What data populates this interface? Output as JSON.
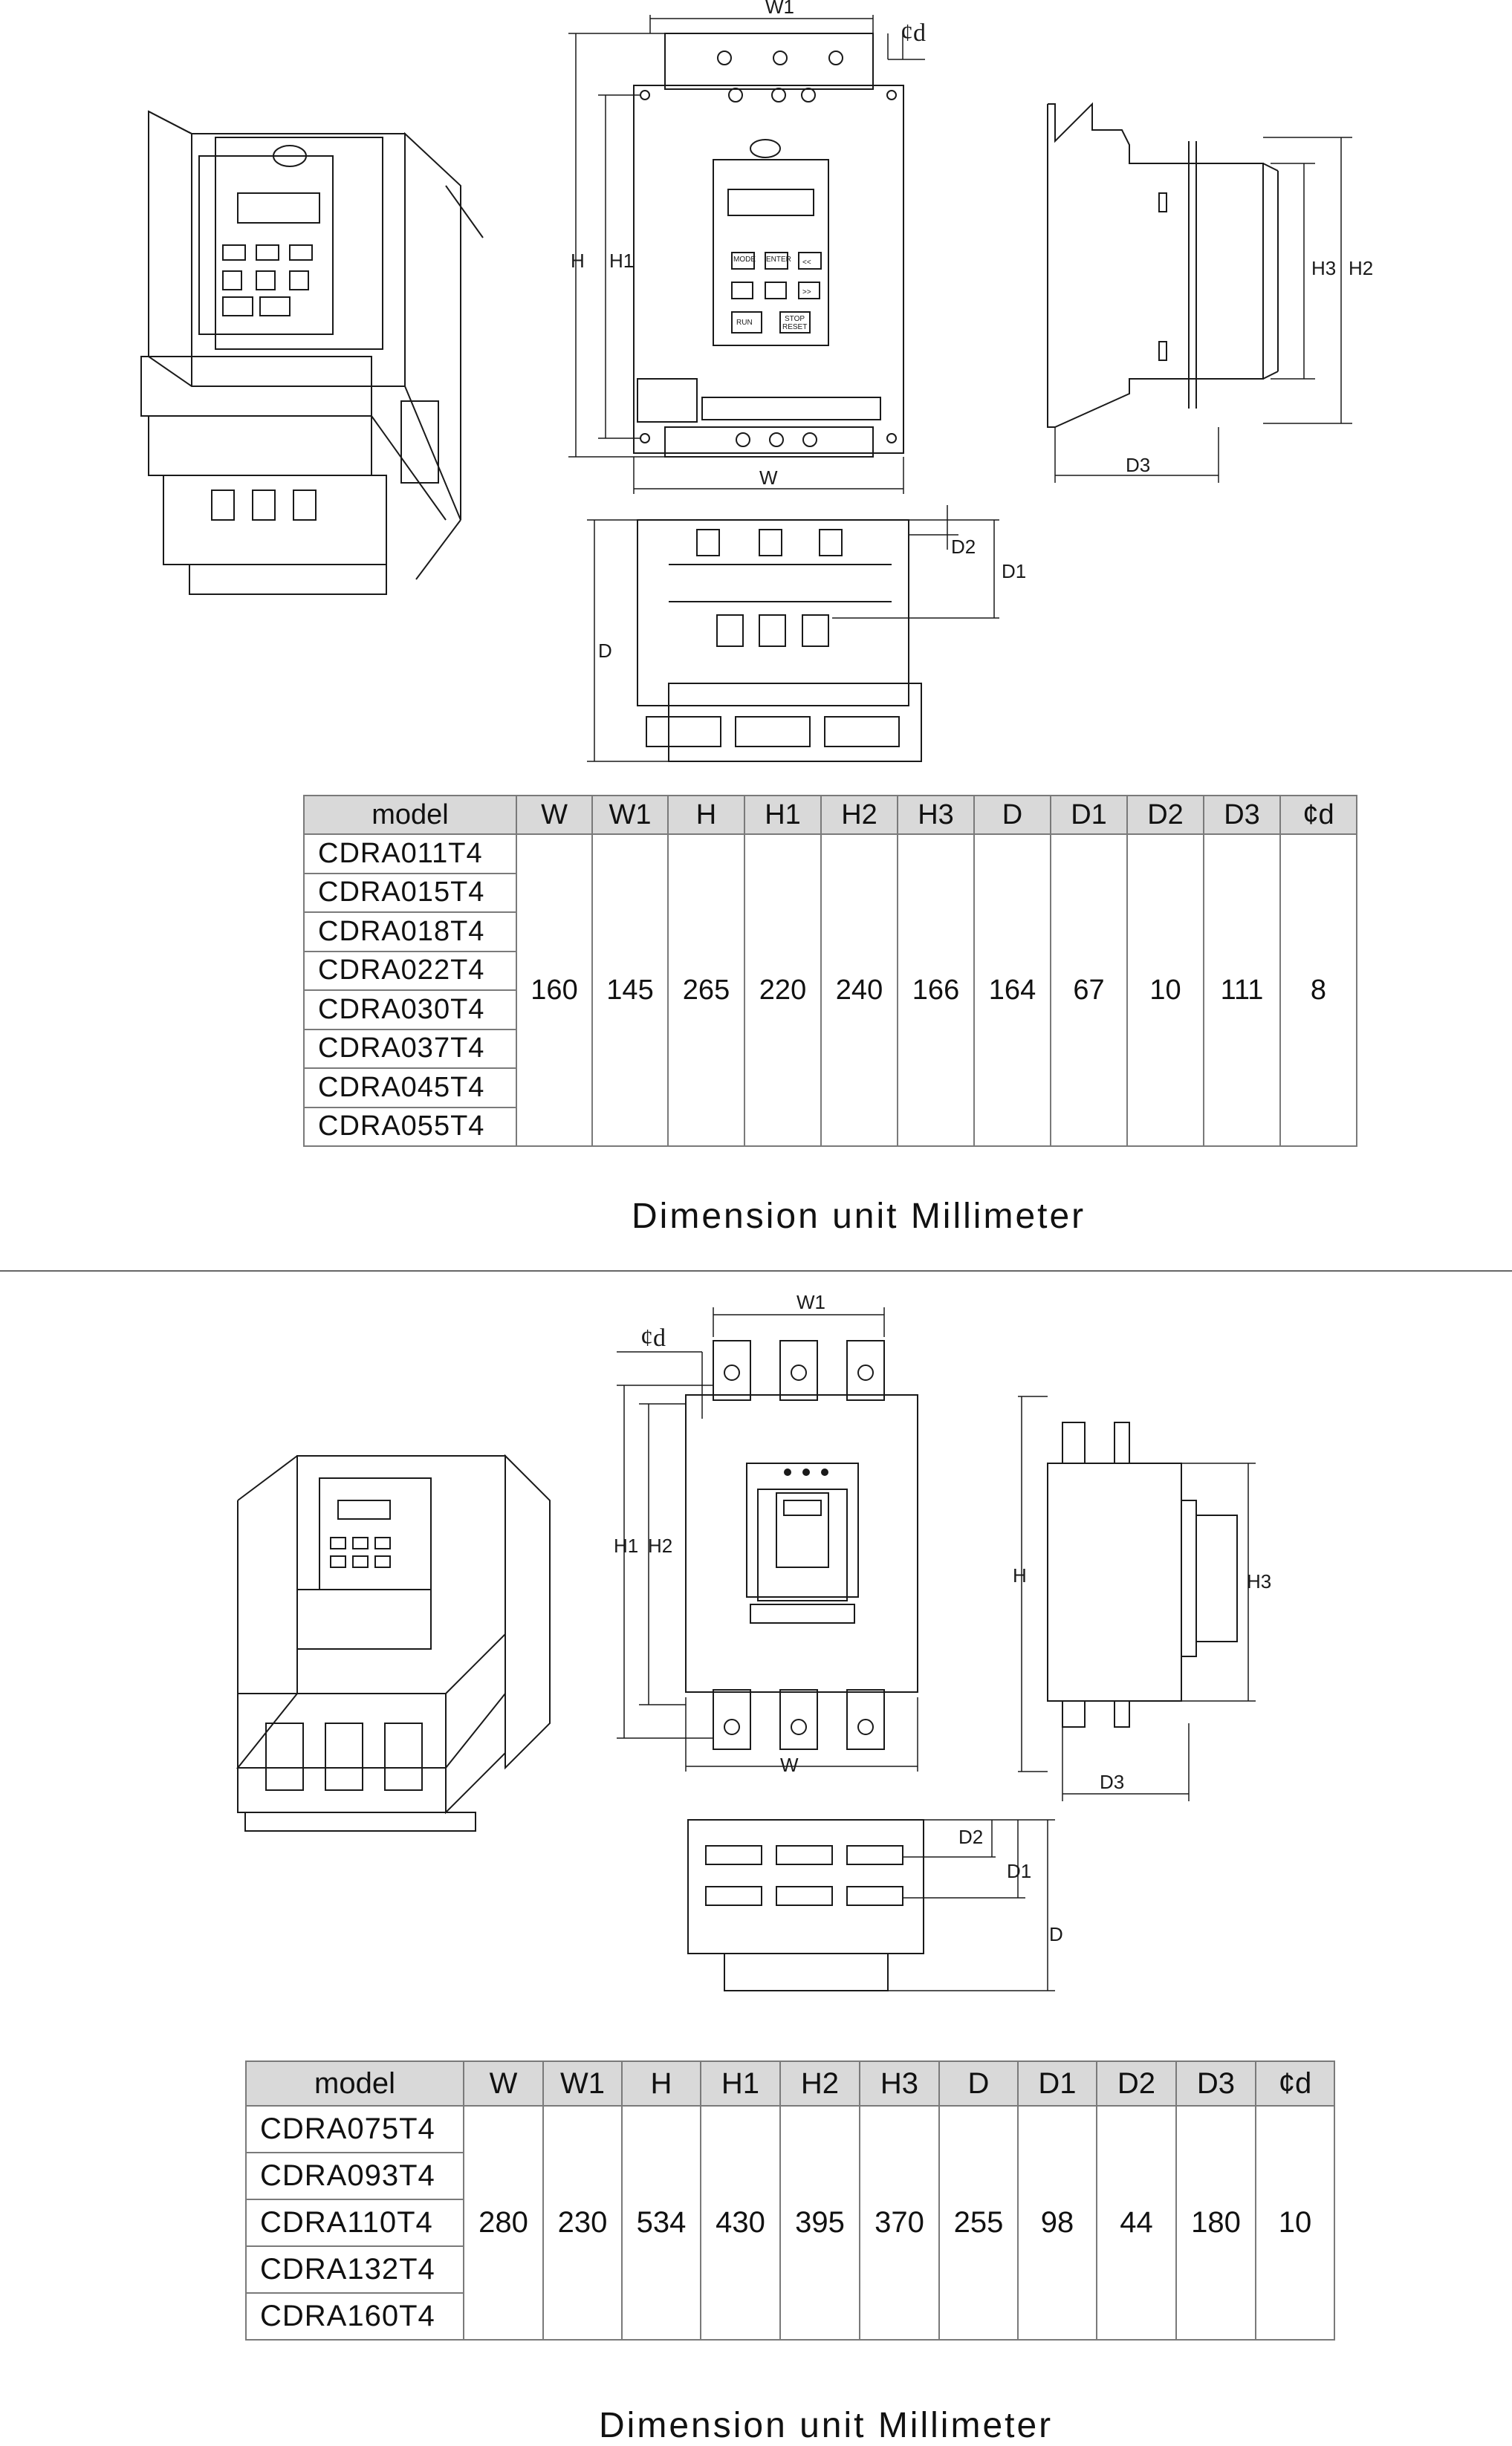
{
  "section1": {
    "dimension_labels": {
      "W1": "W1",
      "d": "¢d",
      "H": "H",
      "H1": "H1",
      "W": "W",
      "H3": "H3",
      "H2": "H2",
      "D3": "D3",
      "D2": "D2",
      "D1": "D1",
      "D": "D"
    },
    "panel": {
      "mode": "MODE",
      "enter": "ENTER",
      "left": "<<",
      "right": ">>",
      "run": "RUN",
      "stop": "STOP",
      "reset": "RESET"
    },
    "table": {
      "headers": [
        "model",
        "W",
        "W1",
        "H",
        "H1",
        "H2",
        "H3",
        "D",
        "D1",
        "D2",
        "D3",
        "¢d"
      ],
      "models": [
        "CDRA011T4",
        "CDRA015T4",
        "CDRA018T4",
        "CDRA022T4",
        "CDRA030T4",
        "CDRA037T4",
        "CDRA045T4",
        "CDRA055T4"
      ],
      "values": [
        "160",
        "145",
        "265",
        "220",
        "240",
        "166",
        "164",
        "67",
        "10",
        "111",
        "8"
      ]
    },
    "caption": "Dimension unit Millimeter"
  },
  "section2": {
    "dimension_labels": {
      "W1": "W1",
      "d": "¢d",
      "H1": "H1",
      "H2": "H2",
      "W": "W",
      "H": "H",
      "H3": "H3",
      "D3": "D3",
      "D2": "D2",
      "D1": "D1",
      "D": "D"
    },
    "table": {
      "headers": [
        "model",
        "W",
        "W1",
        "H",
        "H1",
        "H2",
        "H3",
        "D",
        "D1",
        "D2",
        "D3",
        "¢d"
      ],
      "models": [
        "CDRA075T4",
        "CDRA093T4",
        "CDRA110T4",
        "CDRA132T4",
        "CDRA160T4"
      ],
      "values": [
        "280",
        "230",
        "534",
        "430",
        "395",
        "370",
        "255",
        "98",
        "44",
        "180",
        "10"
      ]
    },
    "caption": "Dimension unit Millimeter"
  },
  "colors": {
    "line": "#1a1a1a",
    "header_bg": "#d9d9d9",
    "border": "#7a7a7a"
  }
}
